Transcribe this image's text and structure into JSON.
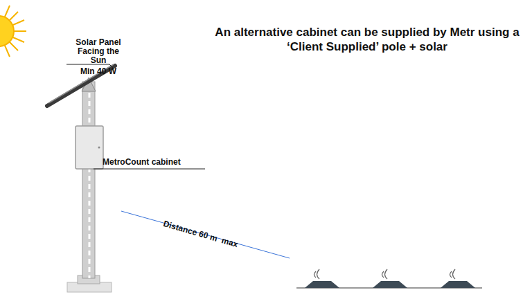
{
  "diagram": {
    "title": "An alternative cabinet can be supplied by Metr using a ‘Client Supplied’ pole + solar",
    "labels": [
      "Solar Panel Facing the Sun",
      "Min 40 W",
      "MetroCount cabinet",
      "Distance 60 m  max"
    ]
  }
}
